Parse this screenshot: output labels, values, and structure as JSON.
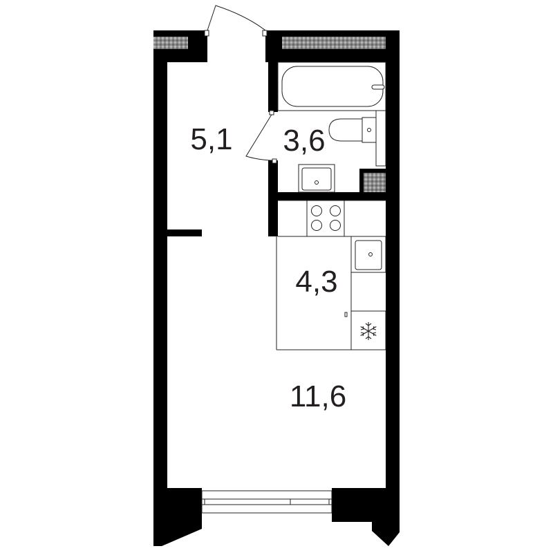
{
  "rooms": {
    "hall": {
      "area_label": "5,1"
    },
    "bathroom": {
      "area_label": "3,6"
    },
    "kitchen": {
      "area_label": "4,3"
    },
    "living": {
      "area_label": "11,6"
    }
  },
  "colors": {
    "wall": "#000000",
    "ink": "#231f20",
    "shaft": "#8a8a8a",
    "background": "#ffffff"
  },
  "icons": {
    "fridge": "snowflake-icon"
  }
}
